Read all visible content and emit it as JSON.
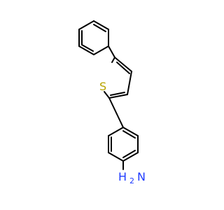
{
  "molecule": {
    "atoms": {
      "sulfur": {
        "symbol": "S",
        "color": "#b8a400"
      },
      "amine_n": {
        "symbol": "N",
        "color": "#1f3bff"
      },
      "amine_h": {
        "symbol": "H",
        "subscript": "2",
        "color": "#1f3bff"
      }
    },
    "bond_color": "#000000"
  }
}
